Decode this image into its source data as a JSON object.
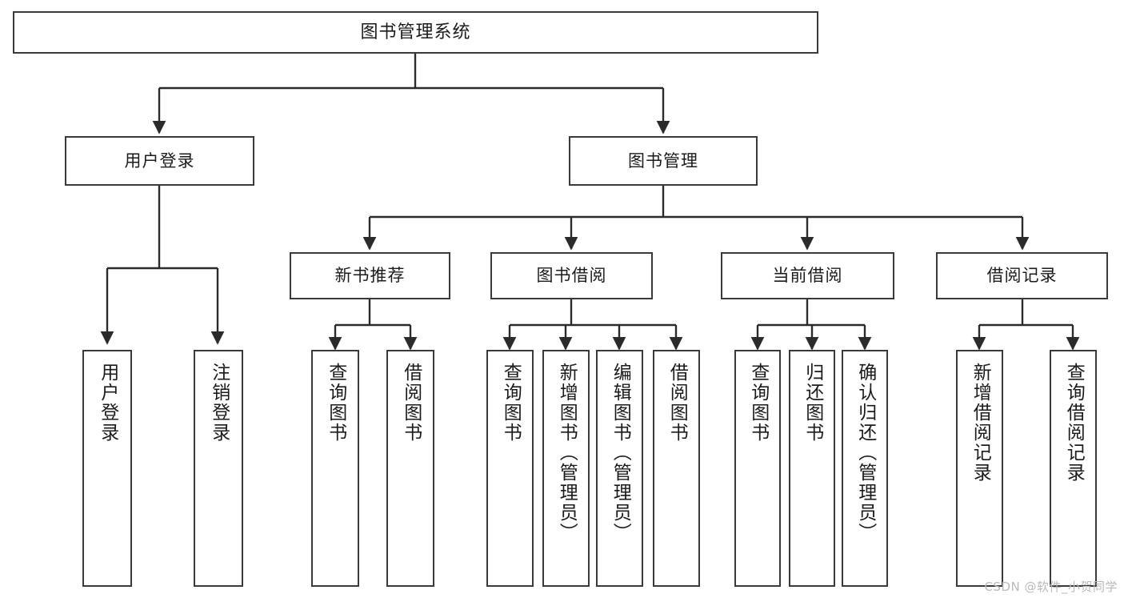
{
  "diagram": {
    "title": "图书管理系统",
    "type": "tree",
    "watermark": "CSDN @软件_小贺同学",
    "colors": {
      "box_border": "#3a3a3a",
      "box_fill": "#ffffff",
      "edge": "#2b2b2b",
      "text": "#1b1b1b",
      "watermark": "#b9b9b9",
      "background": "#ffffff"
    },
    "nodes": {
      "root": {
        "label": "图书管理系统"
      },
      "tier2": [
        {
          "label": "用户登录"
        },
        {
          "label": "图书管理"
        }
      ],
      "tier3": [
        {
          "label": "新书推荐"
        },
        {
          "label": "图书借阅"
        },
        {
          "label": "当前借阅"
        },
        {
          "label": "借阅记录"
        }
      ],
      "leaves": {
        "user_login": [
          {
            "label": "用户登录"
          },
          {
            "label": "注销登录"
          }
        ],
        "new_book_recommend": [
          {
            "label": "查询图书"
          },
          {
            "label": "借阅图书"
          }
        ],
        "book_borrow": [
          {
            "label": "查询图书"
          },
          {
            "label": "新增图书（管理员）"
          },
          {
            "label": "编辑图书（管理员）"
          },
          {
            "label": "借阅图书"
          }
        ],
        "current_borrow": [
          {
            "label": "查询图书"
          },
          {
            "label": "归还图书"
          },
          {
            "label": "确认归还（管理员）"
          }
        ],
        "borrow_record": [
          {
            "label": "新增借阅记录"
          },
          {
            "label": "查询借阅记录"
          }
        ]
      }
    }
  }
}
